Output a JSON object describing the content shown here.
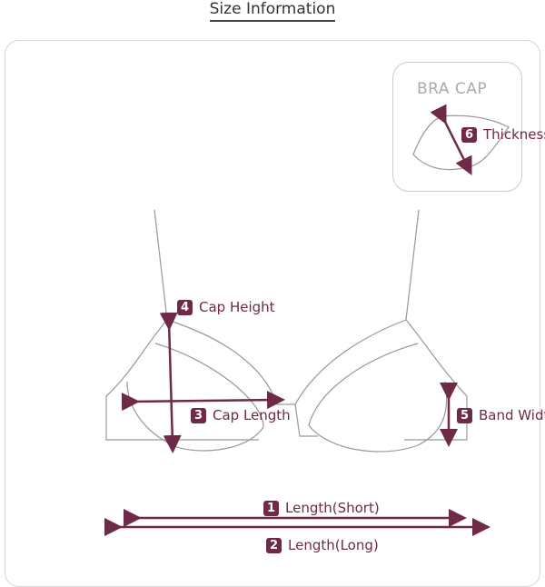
{
  "header": {
    "title": "Size Information"
  },
  "inset": {
    "title": "BRA CAP"
  },
  "measurements": [
    {
      "num": "1",
      "label": "Length(Short)"
    },
    {
      "num": "2",
      "label": "Length(Long)"
    },
    {
      "num": "3",
      "label": "Cap Length"
    },
    {
      "num": "4",
      "label": "Cap Height"
    },
    {
      "num": "5",
      "label": "Band Width"
    },
    {
      "num": "6",
      "label": "Thickness"
    }
  ],
  "colors": {
    "accent": "#6e2a47",
    "outline": "#999999"
  }
}
